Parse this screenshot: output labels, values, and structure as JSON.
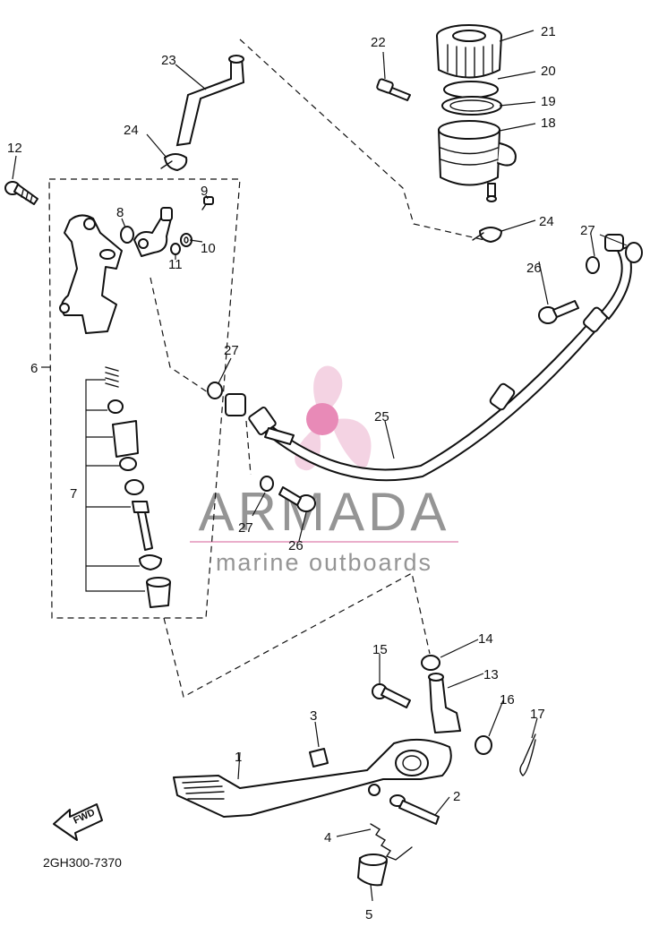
{
  "diagram_code": "2GH300-7370",
  "direction_label": "FWD",
  "watermark": {
    "brand": "ARMADA",
    "tagline": "marine outboards",
    "accent_color": "#e8a6c6",
    "text_color": "#8a8a8a"
  },
  "callouts": {
    "c1": "1",
    "c2": "2",
    "c3": "3",
    "c4": "4",
    "c5": "5",
    "c6": "6",
    "c7": "7",
    "c8": "8",
    "c9": "9",
    "c10": "10",
    "c11": "11",
    "c12": "12",
    "c13": "13",
    "c14": "14",
    "c15": "15",
    "c16": "16",
    "c17": "17",
    "c18": "18",
    "c19": "19",
    "c20": "20",
    "c21": "21",
    "c22": "22",
    "c23": "23",
    "c24a": "24",
    "c24b": "24",
    "c25": "25",
    "c26a": "26",
    "c26b": "26",
    "c27a": "27",
    "c27b": "27",
    "c27c": "27"
  },
  "colors": {
    "line": "#111111",
    "background": "#ffffff"
  }
}
